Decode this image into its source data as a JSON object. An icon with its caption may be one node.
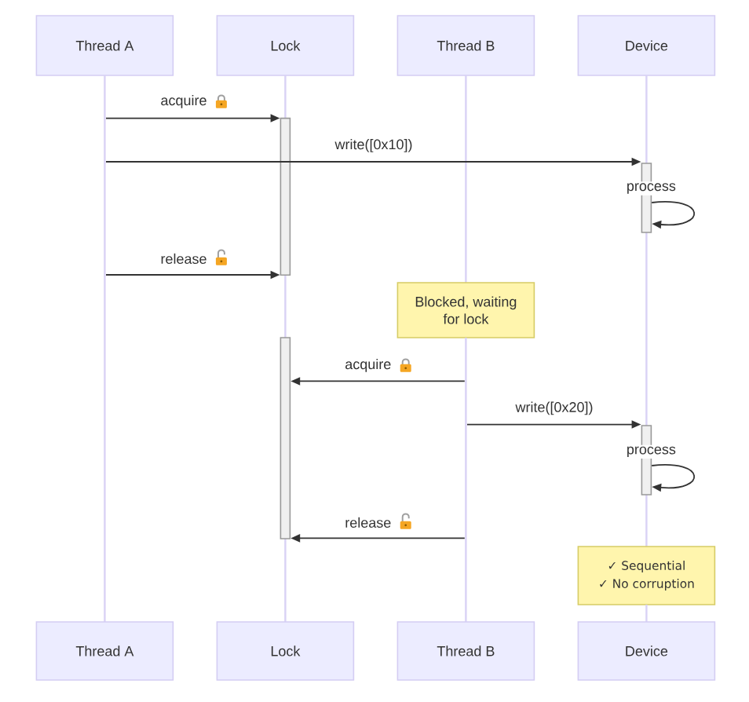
{
  "diagram": {
    "nodes": [
      {
        "text": [
          "Thread A"
        ]
      },
      {
        "text": [
          "Lock"
        ]
      },
      {
        "text": [
          "Thread B"
        ]
      },
      {
        "text": [
          "Device"
        ]
      },
      {
        "text": [],
        "shape": "line"
      },
      {
        "text": [],
        "shape": "line"
      },
      {
        "text": [],
        "shape": "line"
      },
      {
        "text": [],
        "shape": "line"
      },
      {
        "text": [],
        "shape": "bar"
      },
      {
        "text": [],
        "shape": "bar"
      },
      {
        "text": [
          "Blocked, waiting for lock"
        ]
      },
      {
        "text": [],
        "shape": "line"
      },
      {
        "text": [],
        "shape": "bar"
      },
      {
        "text": [],
        "shape": "bar"
      },
      {
        "text": [
          "✓ Sequential",
          "✓ No corruption"
        ]
      },
      {
        "text": [],
        "shape": "line"
      },
      {
        "text": [
          "Thread A"
        ]
      },
      {
        "text": [
          "Lock"
        ]
      },
      {
        "text": [
          "Thread B"
        ]
      },
      {
        "text": [
          "Device"
        ]
      }
    ],
    "edges": [
      {
        "from": 4,
        "to": 8,
        "arrow": "to",
        "label": "acquire"
      },
      {
        "from": 4,
        "to": 9,
        "arrow": "to",
        "label": "write([0x10])"
      },
      {
        "from": 9,
        "to": 9,
        "arrow": "to",
        "label": "process"
      },
      {
        "from": 4,
        "to": 8,
        "arrow": "to",
        "label": "release"
      },
      {
        "from": 11,
        "to": 12,
        "arrow": "to",
        "label": "acquire"
      },
      {
        "from": 11,
        "to": 13,
        "arrow": "to",
        "label": "write([0x20])"
      },
      {
        "from": 13,
        "to": 13,
        "arrow": "to",
        "label": "process"
      },
      {
        "from": 11,
        "to": 12,
        "arrow": "to",
        "label": "release"
      }
    ]
  }
}
